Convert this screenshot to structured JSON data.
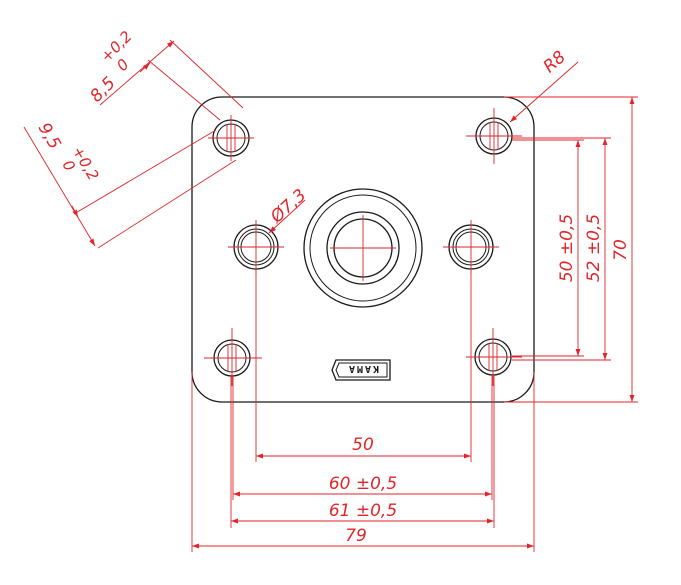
{
  "colors": {
    "part_outline": "#1a1a1a",
    "dimension": "#e0262b",
    "background": "#ffffff"
  },
  "logo": {
    "text": "KAMA"
  },
  "dimensions": {
    "width_overall": "79",
    "hole_spacing_outer": "61 ±0,5",
    "hole_spacing_inner": "60 ±0,5",
    "center_hole_spacing": "50",
    "height_overall": "70",
    "vertical_spacing_outer": "52 ±0,5",
    "vertical_spacing_inner": "50 ±0,5",
    "corner_radius": "R8",
    "hole_diameter": "Ø7,3",
    "slot_a": {
      "nominal": "8,5",
      "upper": "+0,2",
      "lower": "0"
    },
    "slot_b": {
      "nominal": "9,5",
      "upper": "+0,2",
      "lower": "0"
    }
  }
}
